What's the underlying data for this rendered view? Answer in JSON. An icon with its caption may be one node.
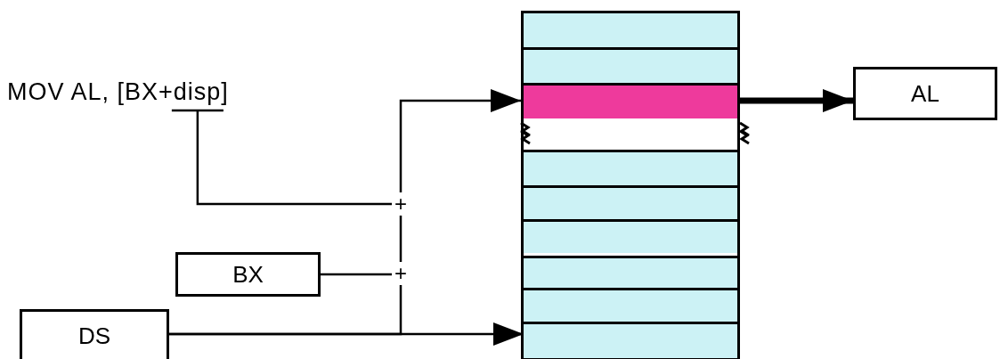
{
  "diagram": {
    "nodes": [
      {
        "text": [
          "MOV AL, [BX+disp]"
        ]
      },
      {
        "text": [],
        "shape": "box"
      },
      {
        "text": [],
        "shape": "bar",
        "in": 1
      },
      {
        "text": [],
        "shape": "bar",
        "in": 1
      },
      {
        "text": [
          "AL"
        ]
      },
      {
        "text": [
          "+"
        ]
      },
      {
        "text": [
          "+"
        ]
      },
      {
        "text": [
          "BX"
        ]
      },
      {
        "text": [
          "DS"
        ]
      }
    ],
    "edges": [
      {
        "from": 0,
        "to": 5,
        "arrow": "none"
      },
      {
        "from": 7,
        "to": 6,
        "arrow": "none"
      },
      {
        "from": 8,
        "to": 3,
        "arrow": "to"
      },
      {
        "from": 8,
        "to": 6,
        "arrow": "none"
      },
      {
        "from": 6,
        "to": 5,
        "arrow": "none"
      },
      {
        "from": 5,
        "to": 2,
        "arrow": "to"
      },
      {
        "from": 2,
        "to": 4,
        "arrow": "to",
        "style": "thick"
      }
    ]
  }
}
